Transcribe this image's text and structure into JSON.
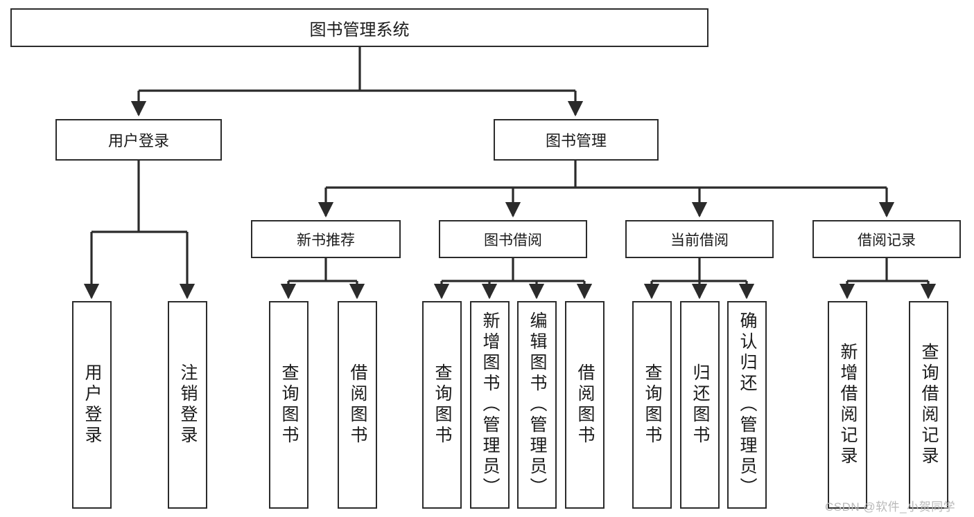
{
  "diagram": {
    "type": "tree-hierarchy",
    "title": "图书管理系统",
    "watermark": "CSDN @软件_小贺同学",
    "colors": {
      "background": "#ffffff",
      "box_border": "#2b2b2b",
      "box_fill": "#ffffff",
      "connector": "#2b2b2b",
      "watermark": "#b9b9b9"
    },
    "nodes": {
      "root": {
        "label": "图书管理系统"
      },
      "level2": [
        {
          "id": "user-login",
          "label": "用户登录"
        },
        {
          "id": "book-manage",
          "label": "图书管理"
        }
      ],
      "level3": [
        {
          "id": "new-book-recommend",
          "label": "新书推荐"
        },
        {
          "id": "book-borrow",
          "label": "图书借阅"
        },
        {
          "id": "current-borrow",
          "label": "当前借阅"
        },
        {
          "id": "borrow-record",
          "label": "借阅记录"
        }
      ],
      "leaves": {
        "user-login": [
          {
            "id": "leaf-user-login",
            "label": "用户登录"
          },
          {
            "id": "leaf-user-logout",
            "label": "注销登录"
          }
        ],
        "new-book-recommend": [
          {
            "id": "leaf-query-book-1",
            "label": "查询图书"
          },
          {
            "id": "leaf-borrow-book-1",
            "label": "借阅图书"
          }
        ],
        "book-borrow": [
          {
            "id": "leaf-query-book-2",
            "label": "查询图书"
          },
          {
            "id": "leaf-add-book",
            "label": "新增图书（管理员）"
          },
          {
            "id": "leaf-edit-book",
            "label": "编辑图书（管理员）"
          },
          {
            "id": "leaf-borrow-book-2",
            "label": "借阅图书"
          }
        ],
        "current-borrow": [
          {
            "id": "leaf-query-book-3",
            "label": "查询图书"
          },
          {
            "id": "leaf-return-book",
            "label": "归还图书"
          },
          {
            "id": "leaf-confirm-return",
            "label": "确认归还（管理员）"
          }
        ],
        "borrow-record": [
          {
            "id": "leaf-add-record",
            "label": "新增借阅记录"
          },
          {
            "id": "leaf-query-record",
            "label": "查询借阅记录"
          }
        ]
      }
    }
  }
}
